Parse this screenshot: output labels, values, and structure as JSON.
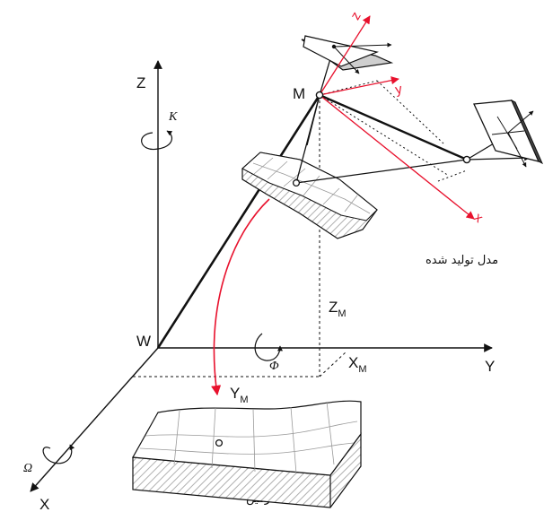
{
  "axes": {
    "world": {
      "x": "X",
      "y": "Y",
      "z": "Z",
      "origin": "W"
    },
    "model": {
      "x": "x",
      "y": "y",
      "z": "z",
      "origin": "M"
    }
  },
  "rotations": {
    "omega": "Ω",
    "phi": "Φ",
    "kappa": "K"
  },
  "offsets": {
    "zm": {
      "main": "Z",
      "sub": "M"
    },
    "xm": {
      "main": "X",
      "sub": "M"
    },
    "ym": {
      "main": "Y",
      "sub": "M"
    }
  },
  "captions": {
    "model": "مدل تولید شده",
    "ground": "زمین"
  },
  "colors": {
    "line": "#111111",
    "accent": "#e8112d",
    "grid": "#9a9a9a"
  }
}
